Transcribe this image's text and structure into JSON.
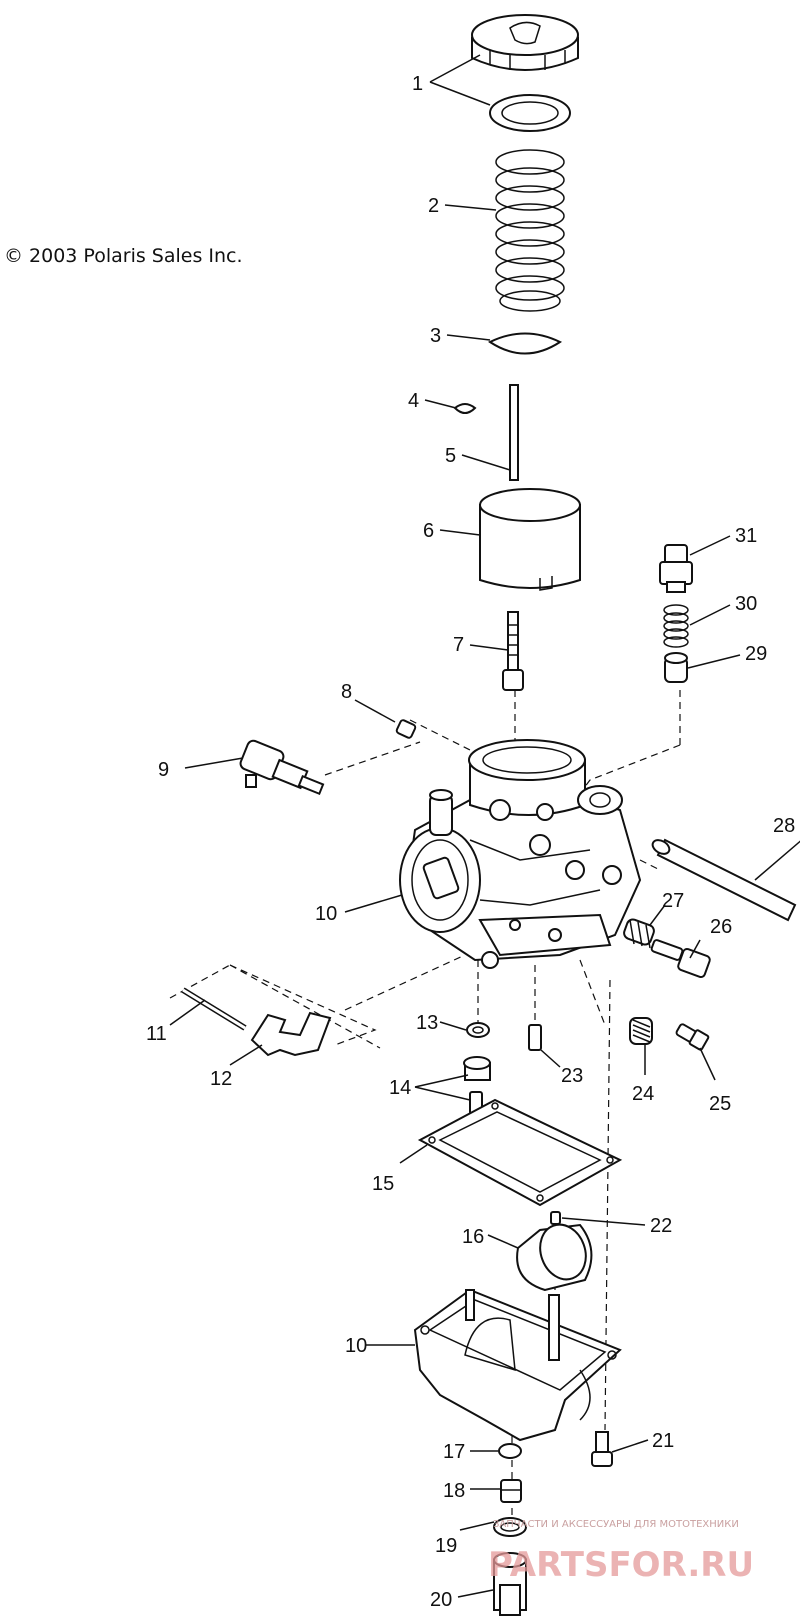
{
  "copyright": "© 2003 Polaris Sales Inc.",
  "watermark": {
    "tagline": "ЗАПЧАСТИ И АКСЕССУАРЫ ДЛЯ МОТОТЕХНИКИ",
    "brand": "PARTSFOR.RU",
    "color": "#e59a9a"
  },
  "callouts": [
    "1",
    "2",
    "3",
    "4",
    "5",
    "6",
    "7",
    "8",
    "9",
    "10",
    "10",
    "11",
    "12",
    "13",
    "14",
    "15",
    "16",
    "17",
    "18",
    "19",
    "20",
    "21",
    "22",
    "23",
    "24",
    "25",
    "26",
    "27",
    "28",
    "29",
    "30",
    "31"
  ]
}
